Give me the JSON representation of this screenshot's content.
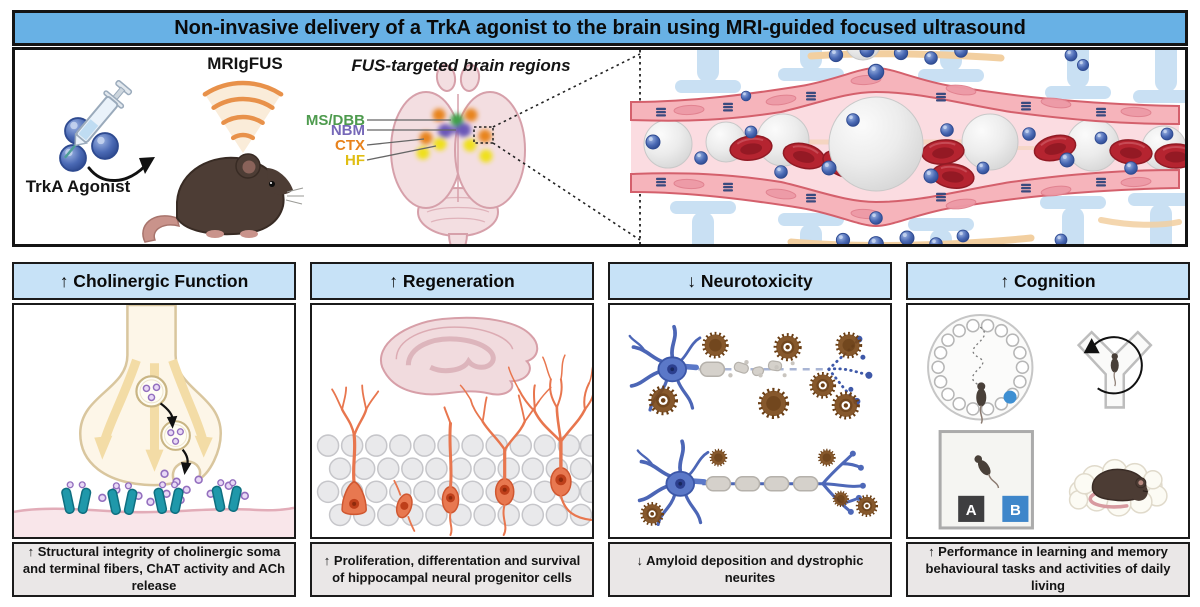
{
  "title": "Non-invasive delivery of a TrkA agonist to the brain using MRI-guided focused ultrasound",
  "top_panel": {
    "mrigfus_label": "MRIgFUS",
    "trka_agonist_label": "TrkA Agonist",
    "brain_regions_title": "FUS-targeted brain regions",
    "regions": [
      {
        "label": "MS/DBB",
        "color": "#4E9B4E"
      },
      {
        "label": "NBM",
        "color": "#7668B8"
      },
      {
        "label": "CTX",
        "color": "#E8821C"
      },
      {
        "label": "HF",
        "color": "#E0BE14"
      }
    ]
  },
  "panels": [
    {
      "header": "↑ Cholinergic Function",
      "caption": "↑ Structural integrity of cholinergic soma and terminal fibers, ChAT activity and ACh release"
    },
    {
      "header": "↑ Regeneration",
      "caption": "↑ Proliferation, differentation and survival of hippocampal neural progenitor cells"
    },
    {
      "header": "↓ Neurotoxicity",
      "caption": "↓ Amyloid deposition and dystrophic neurites"
    },
    {
      "header": "↑ Cognition",
      "caption": "↑ Performance in learning and memory behavioural tasks and activities of daily living"
    }
  ],
  "cognition_objects": {
    "a": "A",
    "b": "B"
  },
  "colors": {
    "title_bar": "#68B1E5",
    "panel_header": "#C7E2F7",
    "caption_bg": "#EAE7E7",
    "border": "#141414",
    "agonist_blue": "#3D5FAE",
    "object_a_dark": "#3E3E40",
    "object_b_blue": "#3E86CA"
  }
}
